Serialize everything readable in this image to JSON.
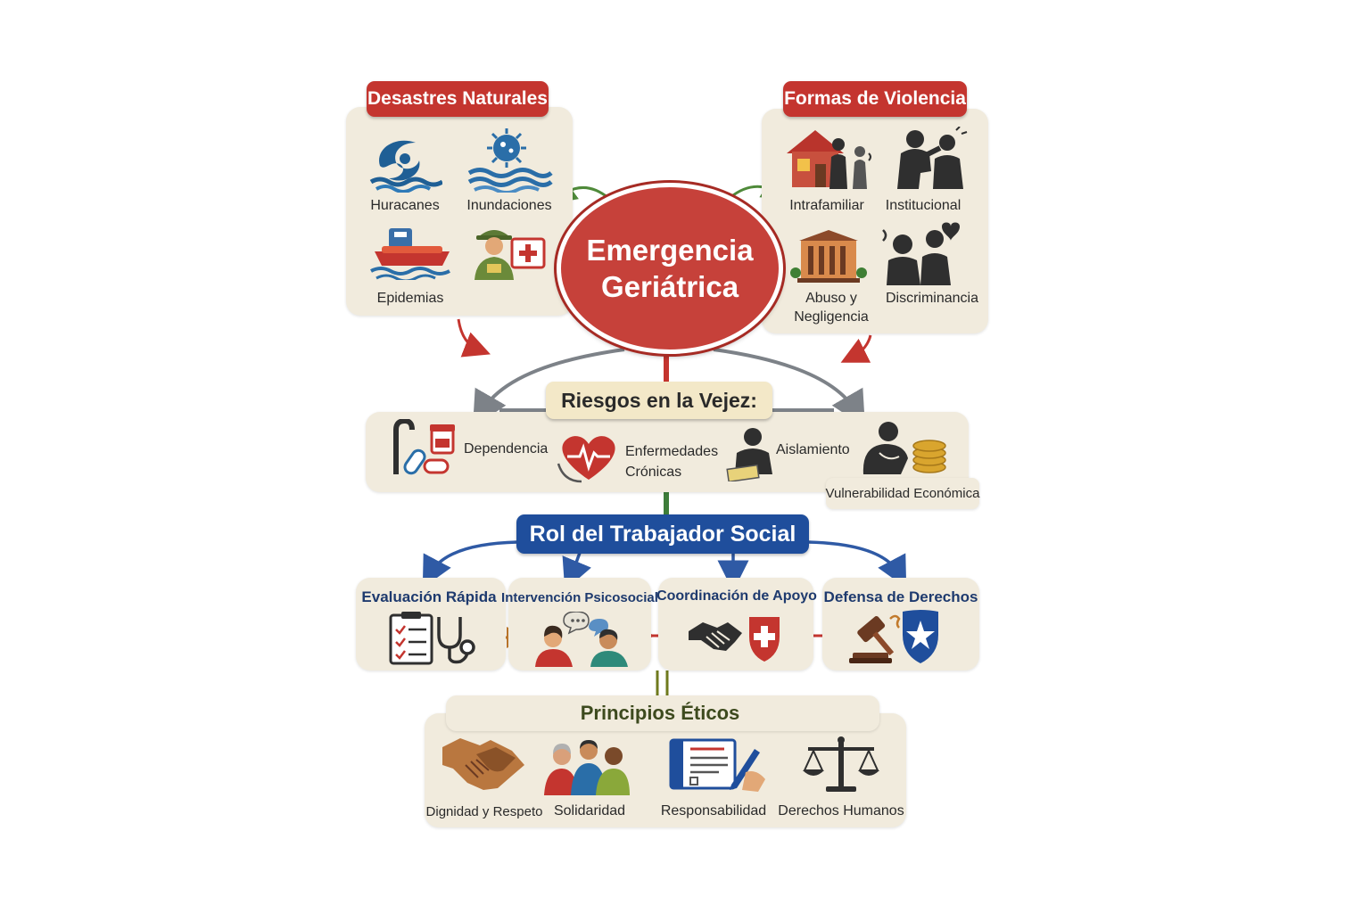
{
  "center": {
    "line1": "Emergencia",
    "line2": "Geriátrica"
  },
  "desastres": {
    "title": "Desastres Naturales",
    "items": [
      "Huracanes",
      "Inundaciones",
      "Epidemias"
    ]
  },
  "violencia": {
    "title": "Formas de Violencia",
    "items": [
      "Intrafamiliar",
      "Institucional",
      "Abuso y",
      "Negligencia",
      "Discriminancia"
    ]
  },
  "riesgos": {
    "title": "Riesgos en la Vejez:",
    "items": [
      "Dependencia",
      "Enfermedades",
      "Crónicas",
      "Aislamiento",
      "Vulnerabilidad Económica"
    ]
  },
  "rol": {
    "title": "Rol del Trabajador Social",
    "boxes": [
      "Evaluación Rápida",
      "Intervención Psicosocial",
      "Coordinación de Apoyo",
      "Defensa de Derechos"
    ]
  },
  "principios": {
    "title": "Principios Éticos",
    "items": [
      "Dignidad y Respeto",
      "Solidaridad",
      "Responsabilidad",
      "Derechos Humanos"
    ]
  },
  "colors": {
    "red": "#c4352f",
    "blue": "#1f4e9c",
    "green": "#3e7d3a",
    "cream": "#f1ebdd"
  }
}
